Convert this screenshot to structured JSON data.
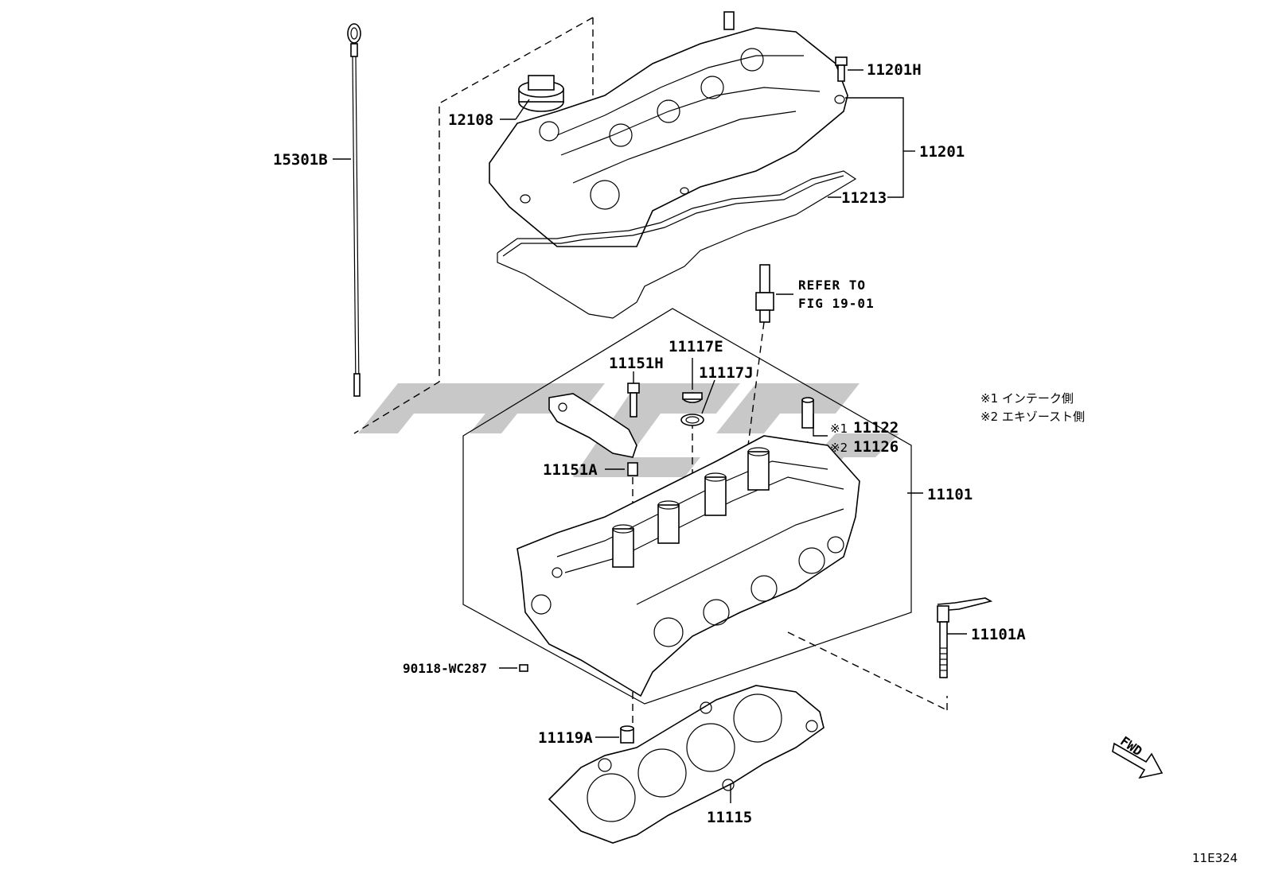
{
  "labels": {
    "p15301B": "15301B",
    "p12108": "12108",
    "p11201H": "11201H",
    "p11201": "11201",
    "p11213": "11213",
    "p11117E": "11117E",
    "p11117J": "11117J",
    "p11151H": "11151H",
    "p11151A": "11151A",
    "p11122": "11122",
    "p11126": "11126",
    "p11101": "11101",
    "p11101A": "11101A",
    "p90118": "90118-WC287",
    "p11119A": "11119A",
    "p11115": "11115"
  },
  "markers": {
    "m1": "※1",
    "m2": "※2"
  },
  "reference": {
    "line1": "REFER TO",
    "line2": "FIG 19-01"
  },
  "notes": {
    "note1": "※1 インテーク側",
    "note2": "※2 エキゾースト側"
  },
  "fwd_label": "FWD",
  "figure_id": "11E324",
  "colors": {
    "line": "#000000",
    "watermark": "#9a9a9a",
    "background": "#ffffff"
  }
}
